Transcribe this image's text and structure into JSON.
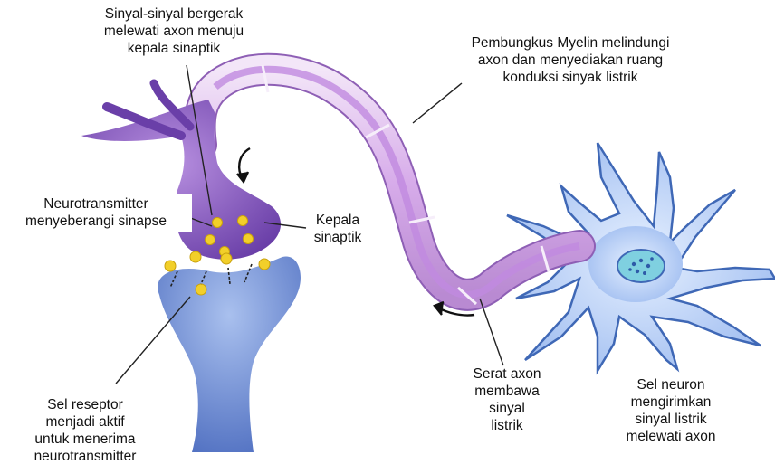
{
  "labels": {
    "signals_travel": [
      "Sinyal-sinyal bergerak",
      "melewati axon menuju",
      "kepala sinaptik"
    ],
    "myelin": [
      "Pembungkus Myelin melindungi",
      "axon dan menyediakan ruang",
      "konduksi sinyak listrik"
    ],
    "neurotransmitter": [
      "Neurotransmitter",
      "menyeberangi sinapse"
    ],
    "synaptic_head": [
      "Kepala",
      "sinaptik"
    ],
    "receptor": [
      "Sel reseptor",
      "menjadi aktif",
      "untuk menerima",
      "neurotransmitter"
    ],
    "axon_fiber": [
      "Serat axon",
      "membawa",
      "sinyal",
      "listrik"
    ],
    "neuron": [
      "Sel neuron",
      "mengirimkan",
      "sinyal listrik",
      "melewati axon"
    ]
  },
  "colors": {
    "neuron_body": "#a9c6f0",
    "neuron_edge": "#3f68b6",
    "nucleus": "#7fd0e0",
    "myelin": "#d9b3e8",
    "axon_core": "#b57ad8",
    "terminal": "#8a5cc0",
    "vesicle": "#f2cf2a",
    "receptor_cell": "#6f8fd0"
  }
}
